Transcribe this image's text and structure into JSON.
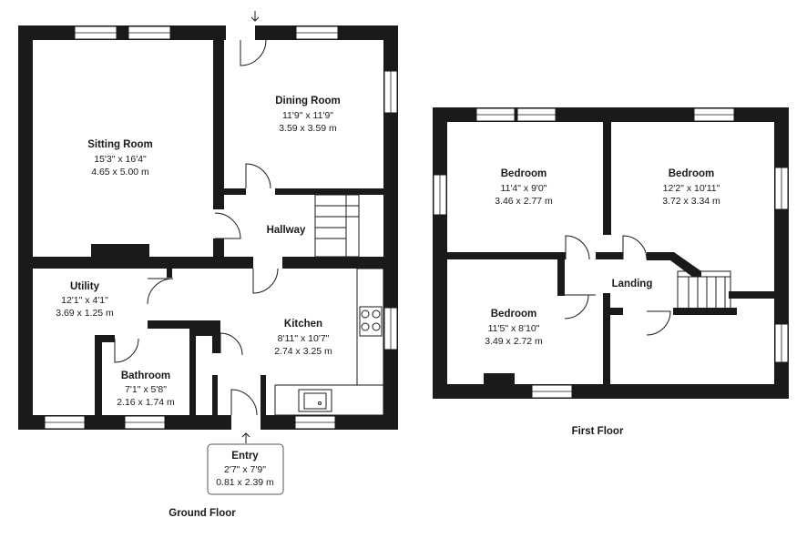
{
  "ground_floor": {
    "label": "Ground Floor",
    "rooms": {
      "sitting_room": {
        "name": "Sitting Room",
        "imperial": "15'3\" x 16'4\"",
        "metric": "4.65 x 5.00 m"
      },
      "dining_room": {
        "name": "Dining Room",
        "imperial": "11'9\" x 11'9\"",
        "metric": "3.59 x 3.59 m"
      },
      "hallway": {
        "name": "Hallway"
      },
      "utility": {
        "name": "Utility",
        "imperial": "12'1\" x 4'1\"",
        "metric": "3.69 x 1.25 m"
      },
      "kitchen": {
        "name": "Kitchen",
        "imperial": "8'11\" x 10'7\"",
        "metric": "2.74 x 3.25 m"
      },
      "bathroom": {
        "name": "Bathroom",
        "imperial": "7'1\" x 5'8\"",
        "metric": "2.16 x 1.74 m"
      },
      "entry": {
        "name": "Entry",
        "imperial": "2'7\" x 7'9\"",
        "metric": "0.81 x 2.39 m"
      }
    }
  },
  "first_floor": {
    "label": "First Floor",
    "rooms": {
      "bedroom_1": {
        "name": "Bedroom",
        "imperial": "11'4\" x 9'0\"",
        "metric": "3.46 x 2.77 m"
      },
      "bedroom_2": {
        "name": "Bedroom",
        "imperial": "12'2\" x 10'11\"",
        "metric": "3.72 x 3.34 m"
      },
      "bedroom_3": {
        "name": "Bedroom",
        "imperial": "11'5\" x 8'10\"",
        "metric": "3.49 x 2.72 m"
      },
      "landing": {
        "name": "Landing"
      }
    }
  },
  "icons": [
    "entrance-arrow-icon",
    "door-icon",
    "window-icon",
    "staircase-icon",
    "sink-icon",
    "hob-icon",
    "chimney-icon"
  ]
}
